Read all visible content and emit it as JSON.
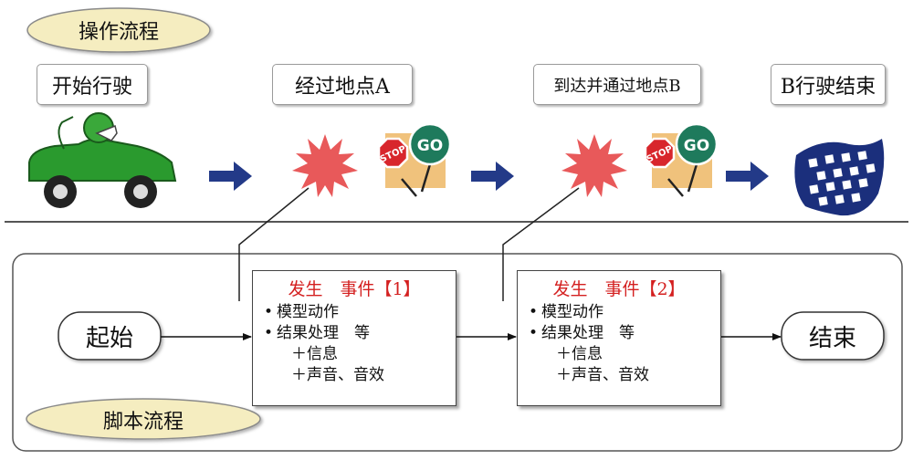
{
  "header_labels": {
    "operation_flow": "操作流程",
    "script_flow": "脚本流程"
  },
  "stages": [
    {
      "label": "开始行驶"
    },
    {
      "label": "经过地点A"
    },
    {
      "label": "到达并通过地点B"
    },
    {
      "label": "B行驶结束"
    }
  ],
  "signs": {
    "stop": "STOP",
    "go": "GO"
  },
  "flow": {
    "start": "起始",
    "end": "结束",
    "events": [
      {
        "title": "发生　事件【1】",
        "items": [
          "模型动作",
          "结果处理　等"
        ],
        "subitems": [
          "＋信息",
          "＋声音、音效"
        ]
      },
      {
        "title": "发生　事件【2】",
        "items": [
          "模型动作",
          "结果处理　等"
        ],
        "subitems": [
          "＋信息",
          "＋声音、音效"
        ]
      }
    ]
  },
  "colors": {
    "ellipse_fill": "#f5edc0",
    "car_body": "#2a9a2e",
    "helmet": "#3aa83a",
    "arrow_fill": "#233a88",
    "burst_fill": "#e8595a",
    "go_sign": "#1e7a5c",
    "stop_sign": "#d8262c",
    "sign_backdrop": "#f0c27c",
    "event_title": "#d42020",
    "flag_navy": "#1b2f7c"
  }
}
